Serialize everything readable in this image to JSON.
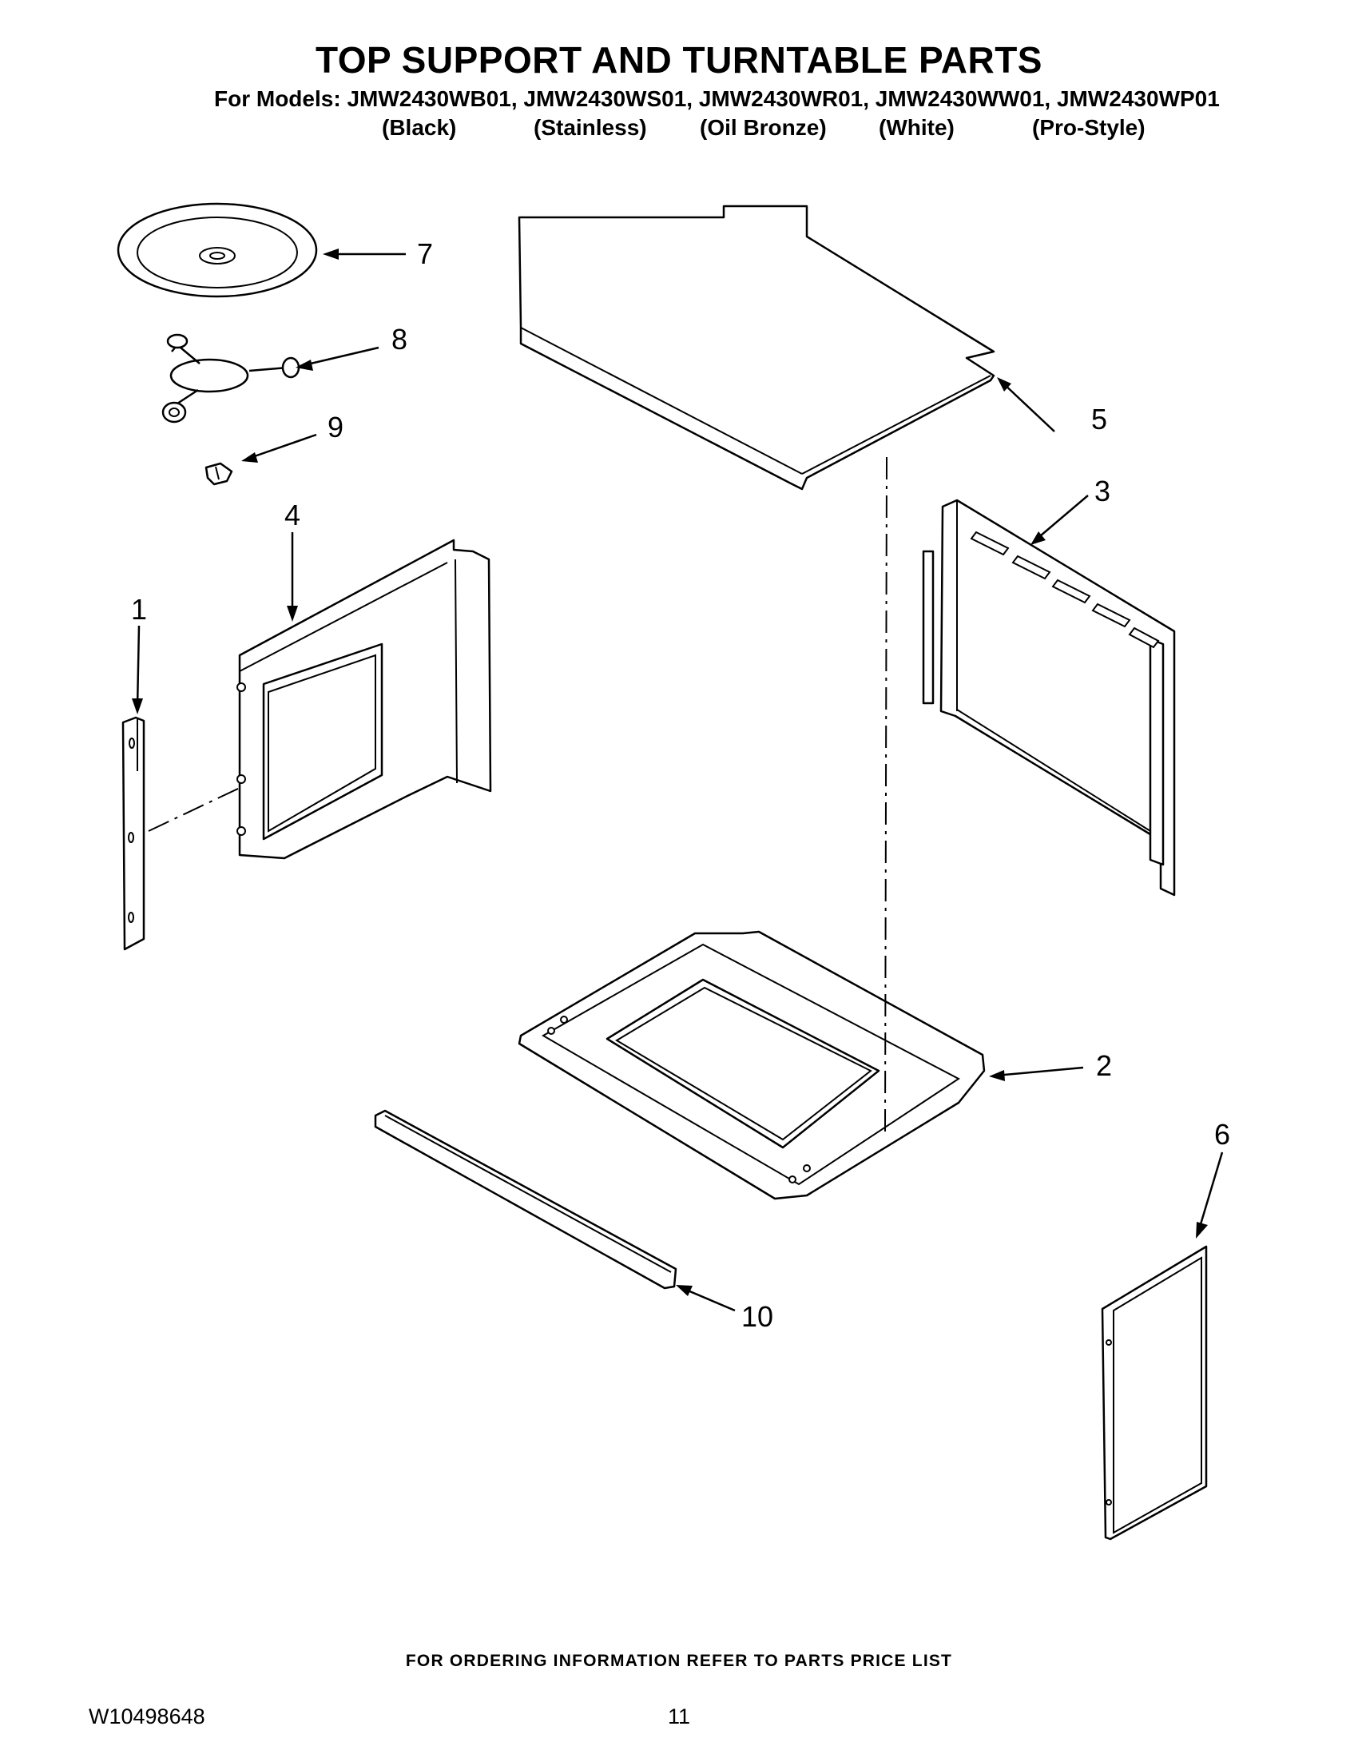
{
  "header": {
    "title": "TOP SUPPORT AND TURNTABLE PARTS",
    "models_line": "For Models: JMW2430WB01, JMW2430WS01, JMW2430WR01, JMW2430WW01, JMW2430WP01",
    "variants": [
      "(Black)",
      "(Stainless)",
      "(Oil Bronze)",
      "(White)",
      "(Pro-Style)"
    ]
  },
  "callouts": [
    "1",
    "2",
    "3",
    "4",
    "5",
    "6",
    "7",
    "8",
    "9",
    "10"
  ],
  "footer": {
    "ordering_note": "FOR ORDERING INFORMATION REFER TO PARTS PRICE LIST",
    "doc_number": "W10498648",
    "page_number": "11"
  }
}
